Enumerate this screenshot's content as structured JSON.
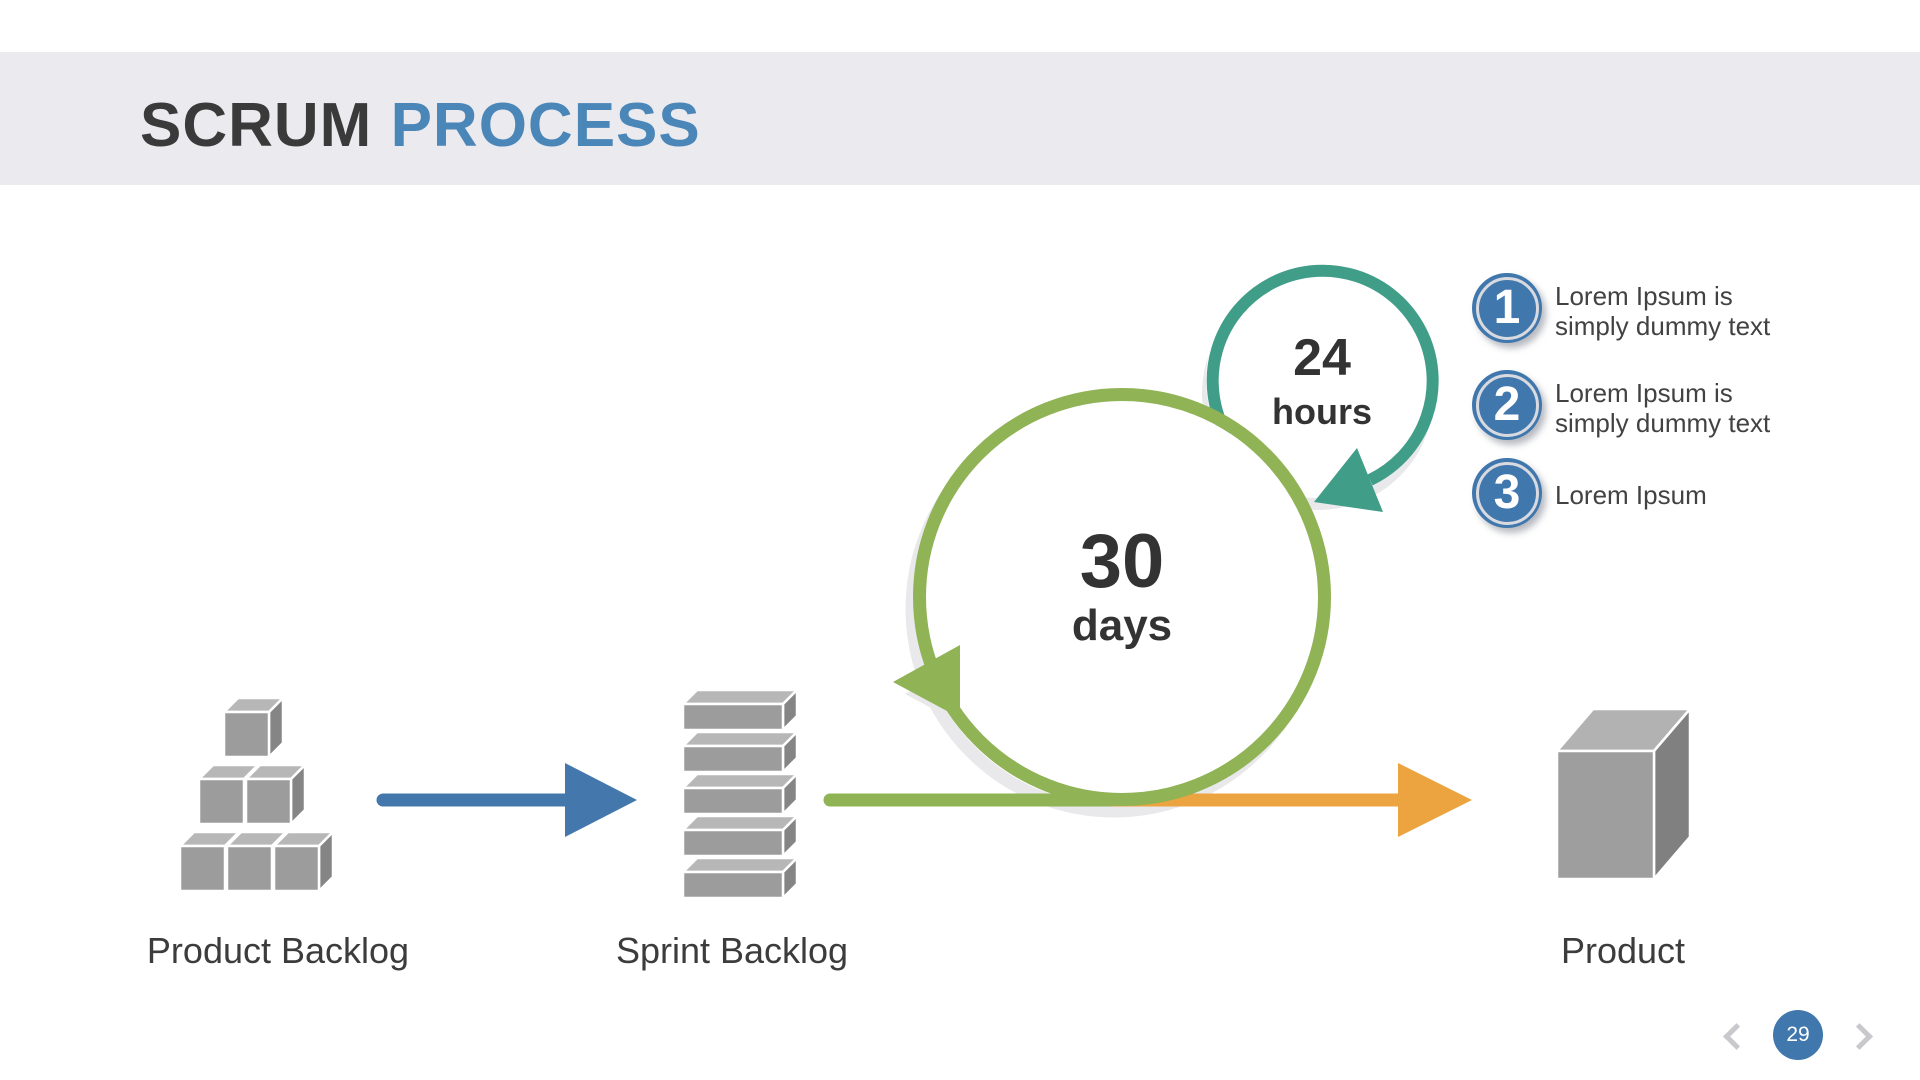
{
  "slide": {
    "title": {
      "primary": "SCRUM",
      "secondary": "PROCESS"
    }
  },
  "diagram": {
    "nodes": [
      {
        "id": "product-backlog",
        "label": "Product Backlog"
      },
      {
        "id": "sprint-backlog",
        "label": "Sprint Backlog"
      },
      {
        "id": "product",
        "label": "Product"
      }
    ],
    "cycles": [
      {
        "id": "sprint-cycle",
        "value": "30",
        "unit": "days",
        "color": "#90b355"
      },
      {
        "id": "daily-cycle",
        "value": "24",
        "unit": "hours",
        "color": "#3f9d88"
      }
    ],
    "arrows": [
      {
        "id": "backlog-to-sprint",
        "color": "#4478ad"
      },
      {
        "id": "cycle-entry",
        "color": "#90b355"
      },
      {
        "id": "sprint-to-product",
        "color": "#eba43f"
      }
    ],
    "icon_names": [
      "cubes-pile-icon",
      "stacked-bars-icon",
      "cube-icon"
    ]
  },
  "legend": {
    "items": [
      {
        "number": "1",
        "line1": "Lorem Ipsum is",
        "line2": "simply dummy text"
      },
      {
        "number": "2",
        "line1": "Lorem Ipsum is",
        "line2": "simply dummy text"
      },
      {
        "number": "3",
        "line1": "Lorem Ipsum",
        "line2": ""
      }
    ],
    "badge_color": "#4077ad"
  },
  "pagination": {
    "prev_icon": "chevron-left",
    "next_icon": "chevron-right",
    "current": "29"
  },
  "colors": {
    "band_gray": "#ebeaee",
    "title_dark": "#3a3a3a",
    "title_blue": "#4a86b8",
    "green": "#90b355",
    "teal": "#3f9d88",
    "orange": "#eba43f",
    "arrow_blue": "#4478ad",
    "badge_blue": "#4077ad",
    "cube_top": "#b7b7b7",
    "cube_front": "#9c9c9c",
    "cube_side": "#858585",
    "shadow_gray": "#e9e9ec",
    "text_dark": "#333333",
    "chevron_gray": "#c8c8cd"
  }
}
